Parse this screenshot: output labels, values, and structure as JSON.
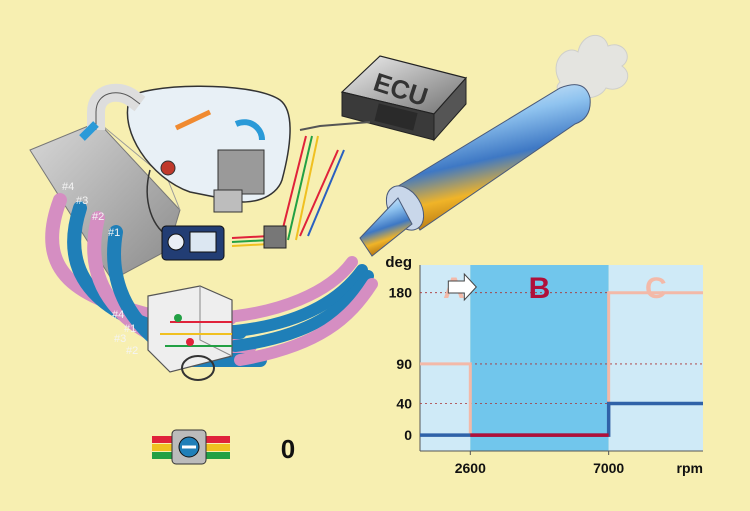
{
  "ecu": {
    "label": "ECU"
  },
  "cylinders": {
    "upper": [
      "#4",
      "#3",
      "#2",
      "#1"
    ],
    "lower": [
      "#4",
      "#1",
      "#3",
      "#2"
    ]
  },
  "legend": {
    "value": "0"
  },
  "colors": {
    "background": "#f7efb1",
    "pipe_blue": "#1f7fb8",
    "pipe_pink": "#d58ec2",
    "zone_b": "#71c6ec",
    "zone_light": "#cfeaf7",
    "line_pink": "#f3b9a8",
    "line_blue": "#2f62a8",
    "line_red": "#b0103a"
  },
  "chart_data": {
    "type": "line",
    "ylabel": "deg",
    "xlabel": "rpm",
    "y_ticks": [
      0,
      40,
      90,
      180
    ],
    "x_ticks": [
      2600,
      7000
    ],
    "ylim": [
      -20,
      215
    ],
    "x_domain": [
      1000,
      10000
    ],
    "zones": [
      {
        "label": "A",
        "x_start": 1000,
        "x_end": 2600
      },
      {
        "label": "B",
        "x_start": 2600,
        "x_end": 7000
      },
      {
        "label": "C",
        "x_start": 7000,
        "x_end": 10000
      }
    ],
    "series": [
      {
        "color": "#f3b9a8",
        "x": [
          1000,
          2600,
          2600,
          7000,
          7000,
          10000
        ],
        "y": [
          90,
          90,
          0,
          0,
          180,
          180
        ]
      },
      {
        "color": "#2f62a8",
        "x": [
          1000,
          2600,
          2600,
          7000,
          7000,
          10000
        ],
        "y": [
          0,
          0,
          0,
          0,
          40,
          40
        ]
      },
      {
        "color": "#b0103a",
        "x": [
          2600,
          7000
        ],
        "y": [
          0,
          0
        ]
      }
    ]
  }
}
